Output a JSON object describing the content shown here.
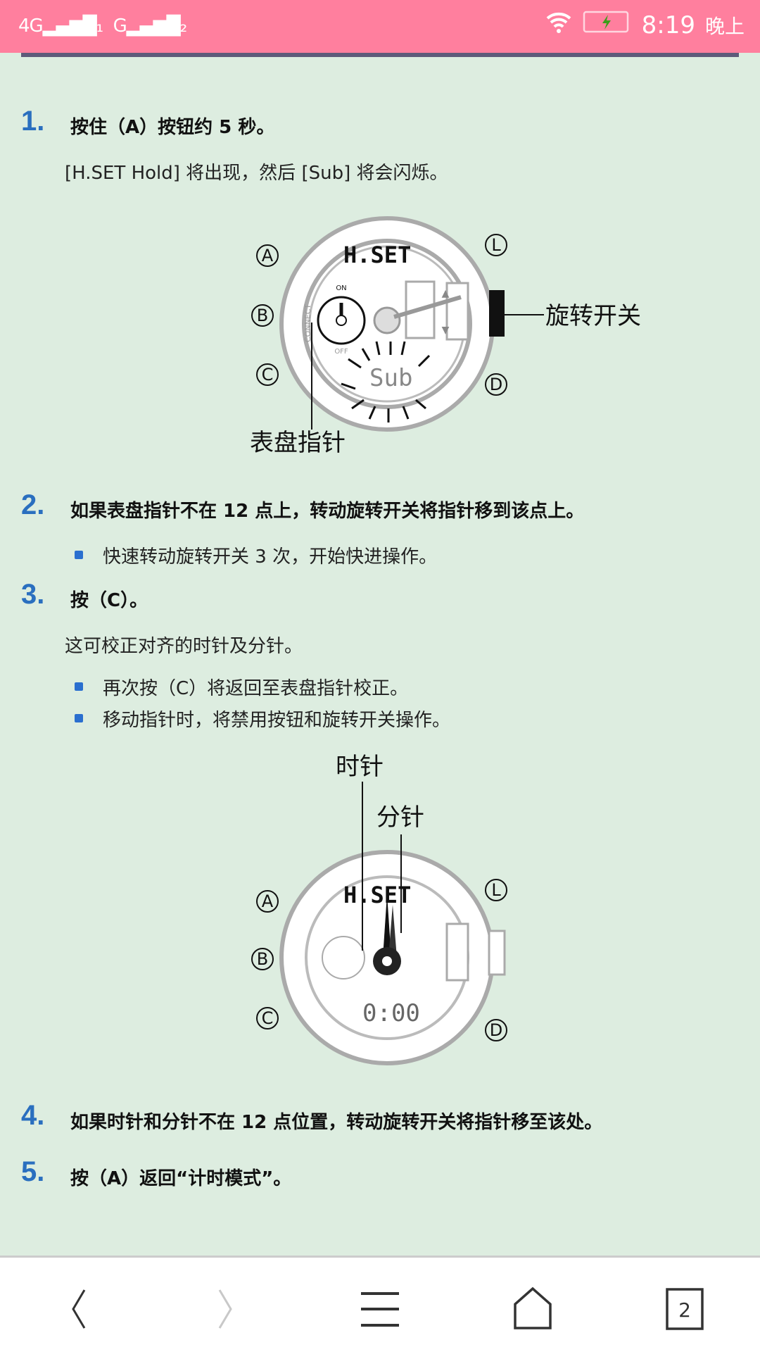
{
  "status_bar": {
    "sim1": "4G",
    "sim2": "G",
    "time": "8:19",
    "period": "晚上",
    "battery": "charging",
    "wifi": "wifi-icon"
  },
  "steps": [
    {
      "num": "1.",
      "title": "按住（A）按钮约 5 秒。",
      "desc": "[H.SET Hold] 将出现，然后 [Sub] 将会闪烁。"
    },
    {
      "num": "2.",
      "title": "如果表盘指针不在 12 点上，转动旋转开关将指针移到该点上。",
      "bullets": [
        "快速转动旋转开关 3 次，开始快进操作。"
      ]
    },
    {
      "num": "3.",
      "title": "按（C）。",
      "desc": "这可校正对齐的时针及分针。",
      "bullets": [
        "再次按（C）将返回至表盘指针校正。",
        "移动指针时，将禁用按钮和旋转开关操作。"
      ]
    },
    {
      "num": "4.",
      "title": "如果时针和分针不在 12 点位置，转动旋转开关将指针移至该处。"
    },
    {
      "num": "5.",
      "title": "按（A）返回“计时模式”。"
    }
  ],
  "figure1": {
    "display_top": "H.SET",
    "display_bottom": "Sub",
    "label_crown": "旋转开关",
    "label_hand": "表盘指针",
    "buttons": [
      "A",
      "B",
      "C",
      "L",
      "D"
    ],
    "sub_on": "ON",
    "sub_off": "OFF",
    "ring_text": "CONNECT"
  },
  "figure2": {
    "display_top": "H.SET",
    "display_bottom": "0:00",
    "label_hour": "时针",
    "label_minute": "分针",
    "buttons": [
      "A",
      "B",
      "C",
      "L",
      "D"
    ]
  },
  "nav": {
    "tabs_count": "2"
  },
  "colors": {
    "status_bar": "#ff7f9e",
    "background": "#ddede0",
    "step_number": "#2a6fbf",
    "bullet": "#2a6fcf"
  }
}
